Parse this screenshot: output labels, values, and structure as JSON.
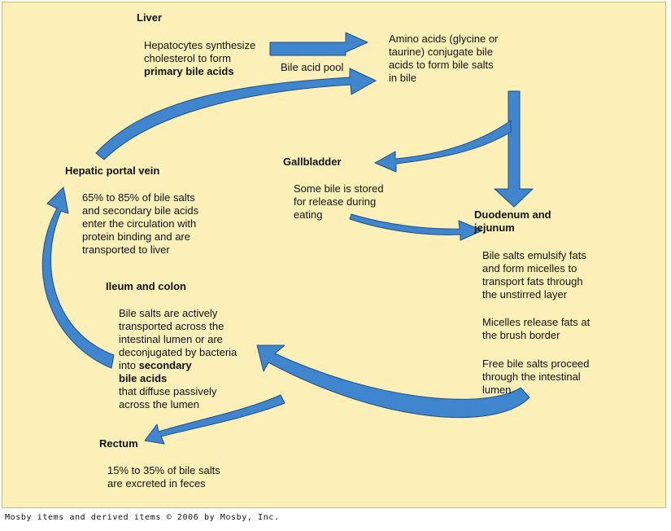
{
  "colors": {
    "background": "#fcf0b8",
    "arrow_fill": "#3f86cf",
    "arrow_stroke": "#1d4f86"
  },
  "liver": {
    "heading": "Liver",
    "hepatocytes": [
      "Hepatocytes synthesize",
      "cholesterol to form"
    ],
    "primary": "primary bile acids",
    "pool": "Bile acid pool",
    "amino": [
      "Amino acids (glycine or",
      "taurine) conjugate bile",
      "acids to form bile salts",
      "in bile"
    ]
  },
  "portal": {
    "heading": "Hepatic portal vein",
    "text": [
      "65% to 85% of bile salts",
      "and secondary bile acids",
      "enter the circulation with",
      "protein binding and are",
      "transported to liver"
    ]
  },
  "gallbladder": {
    "heading": "Gallbladder",
    "text": [
      "Some bile is stored",
      "for release during",
      "eating"
    ]
  },
  "duodenum": {
    "heading": [
      "Duodenum and",
      "jejunum"
    ],
    "emulsify": [
      "Bile salts emulsify fats",
      "and form micelles to",
      "transport fats through",
      "the unstirred layer"
    ],
    "micelles": [
      "Micelles release fats at",
      "the brush border"
    ],
    "free": [
      "Free bile salts proceed",
      "through the intestinal",
      "lumen"
    ]
  },
  "ileum": {
    "heading": "Ileum and colon",
    "text": [
      "Bile salts are actively",
      "transported across the",
      "intestinal lumen or are",
      "deconjugated by bacteria"
    ],
    "into": "into ",
    "secondary": [
      "secondary",
      "bile acids"
    ],
    "after": [
      "that diffuse passively",
      "across the lumen"
    ]
  },
  "rectum": {
    "heading": "Rectum",
    "text": [
      "15% to 35% of bile salts",
      "are excreted in feces"
    ]
  },
  "footer": "Mosby items and derived items © 2006 by Mosby, Inc."
}
